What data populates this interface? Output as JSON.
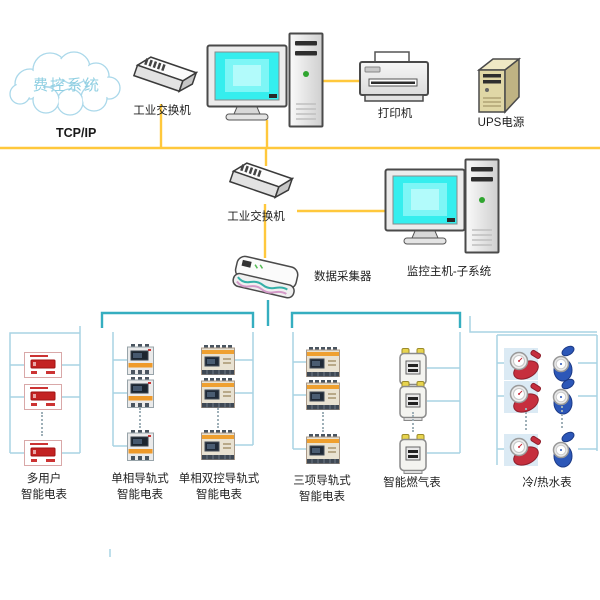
{
  "diagram": {
    "cloud_label": "费控系统",
    "bus_label": "TCP/IP",
    "nodes": {
      "switch_top": "工业交换机",
      "printer": "打印机",
      "ups": "UPS电源",
      "switch_mid": "工业交换机",
      "collector": "数据采集器",
      "monitor_host": "监控主机-子系统"
    },
    "groups": [
      {
        "name": "multi-user-smart-meter",
        "line1": "多用户",
        "line2": "智能电表",
        "count_shown": 3
      },
      {
        "name": "single-phase-rail-smart-meter",
        "line1": "单相导轨式",
        "line2": "智能电表",
        "count_shown": 3
      },
      {
        "name": "single-phase-dual-control-rail-smart-meter",
        "line1": "单相双控导轨式",
        "line2": "智能电表",
        "count_shown": 3
      },
      {
        "name": "three-phase-rail-smart-meter",
        "line1": "三项导轨式",
        "line2": "智能电表",
        "count_shown": 3
      },
      {
        "name": "smart-gas-meter",
        "line1": "智能燃气表",
        "line2": "",
        "count_shown": 3
      },
      {
        "name": "cold-hot-water-meter",
        "line1": "冷/热水表",
        "line2": "",
        "count_shown": 3
      }
    ],
    "colors": {
      "bus_line": "#FFC83C",
      "collector_branch": "#35AEC0",
      "group_branch": "#A8D4E4",
      "cloud_text": "#8FCFE2",
      "screen": "#3FEEF0",
      "hot_meter_red": "#C62F3E",
      "cold_meter_blue": "#2C57B8"
    }
  }
}
